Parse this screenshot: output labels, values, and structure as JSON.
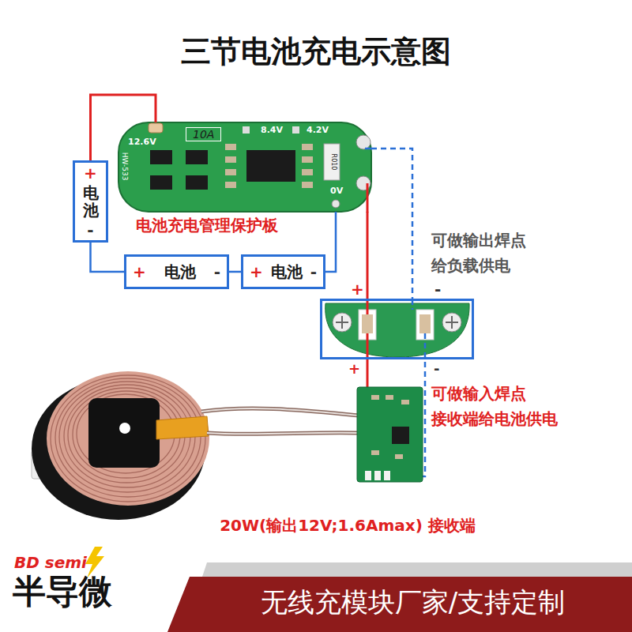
{
  "diagram": {
    "title": "三节电池充电示意图",
    "nodes": [
      {
        "text": [
          "12.6V",
          "10A",
          "8.4V",
          "4.2V",
          "HW-533",
          "R010",
          "0V",
          "电池充电管理保护板"
        ]
      },
      {
        "text": [
          "+",
          "电池",
          "-"
        ]
      },
      {
        "text": [
          "+",
          "电池",
          "-"
        ]
      },
      {
        "text": [
          "+",
          "电池",
          "-"
        ]
      },
      {
        "text": [
          "+",
          "-"
        ]
      }
    ],
    "edges": [
      {
        "from": 0,
        "to": 1,
        "arrow": "none"
      },
      {
        "from": 1,
        "to": 2,
        "arrow": "none"
      },
      {
        "from": 2,
        "to": 3,
        "arrow": "none"
      },
      {
        "from": 3,
        "to": 0,
        "arrow": "none"
      },
      {
        "from": 0,
        "to": 4,
        "arrow": "none"
      },
      {
        "from": 0,
        "to": 4,
        "arrow": "none"
      }
    ],
    "labels": [
      "可做输出焊点 给负载供电",
      "+",
      "-",
      "可做输入焊点 接收端给电池供电",
      "20W(输出12V;1.6Amax) 接收端",
      "BD semi",
      "半导微",
      "无线充模块厂家/支持定制"
    ]
  }
}
